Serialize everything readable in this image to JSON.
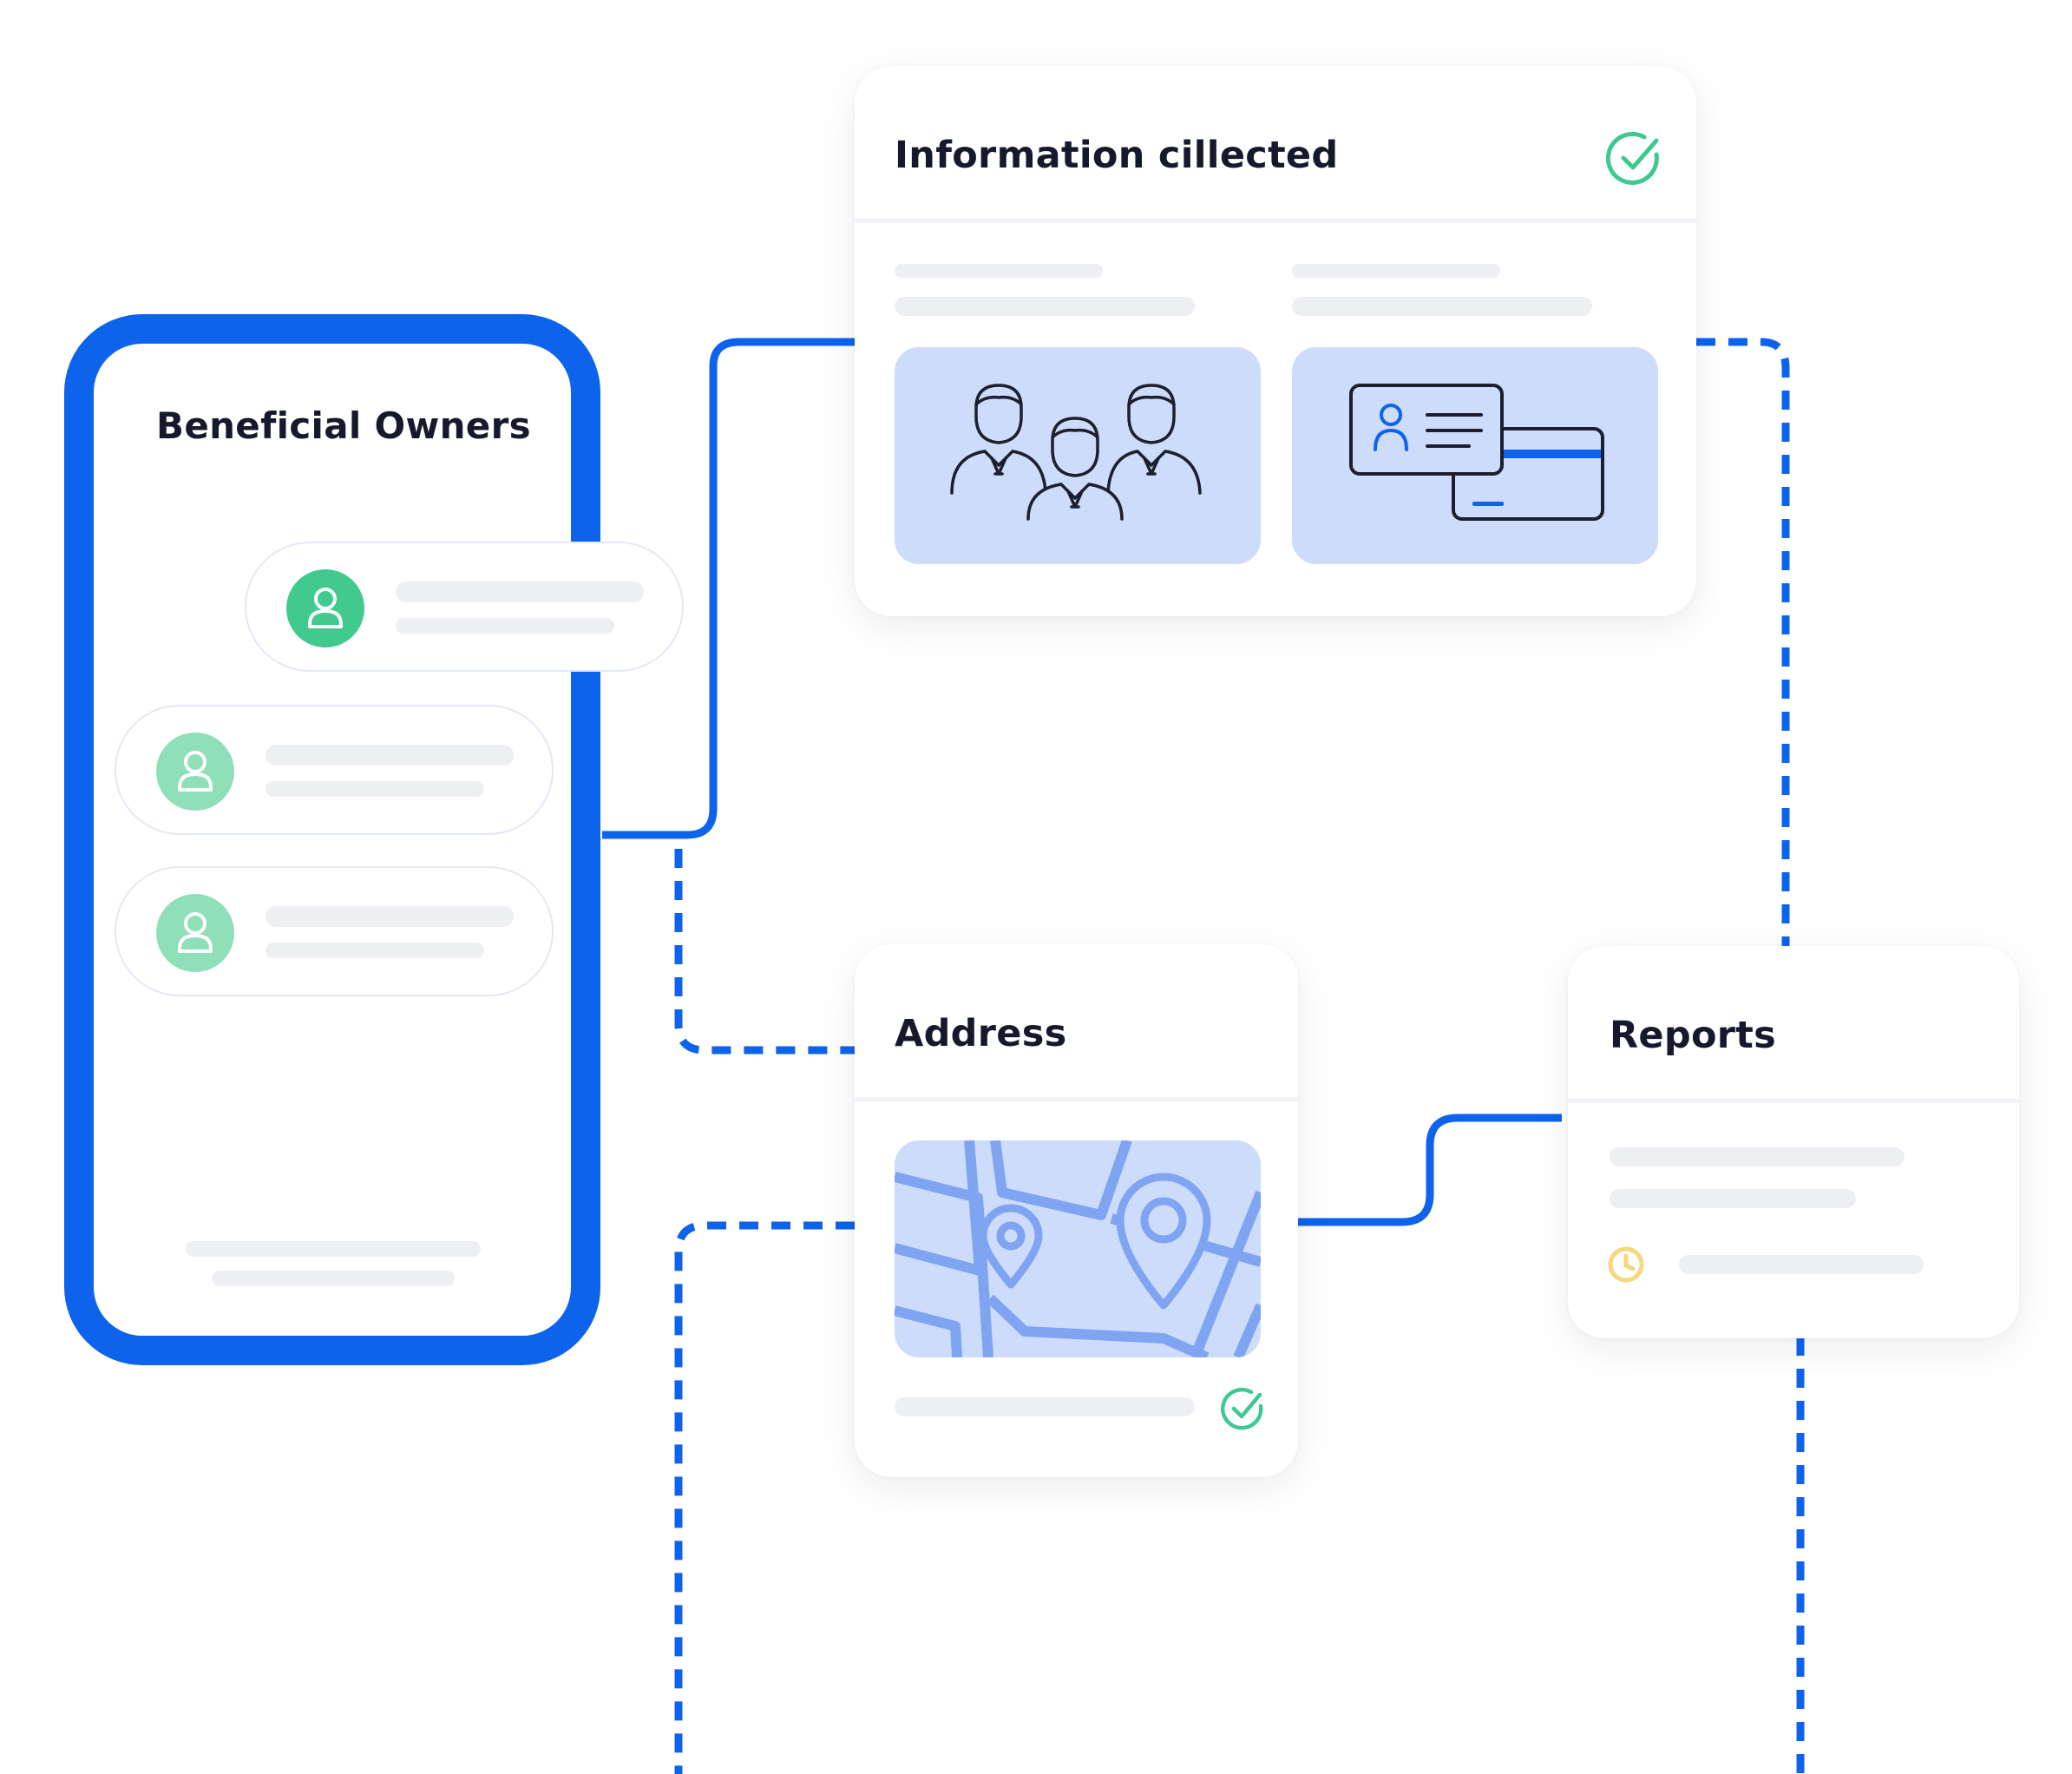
{
  "phone": {
    "title": "Beneficial Owners",
    "owners": [
      {
        "avatar_icon": "user-icon",
        "state": "active",
        "color": "#41c98e"
      },
      {
        "avatar_icon": "user-icon",
        "state": "inactive",
        "color": "#8fdfb9"
      },
      {
        "avatar_icon": "user-icon",
        "state": "inactive",
        "color": "#8fdfb9"
      }
    ]
  },
  "info_card": {
    "title": "Information cillected",
    "status_icon": "check-circle-icon",
    "tiles": [
      {
        "icon": "people-group-icon"
      },
      {
        "icon": "id-card-icon"
      }
    ]
  },
  "address_card": {
    "title": "Address",
    "tile_icon": "map-icon",
    "status_icon": "check-circle-icon"
  },
  "reports_card": {
    "title": "Reports",
    "status_icon": "clock-icon"
  },
  "colors": {
    "accent_blue": "#0d63ec",
    "success_green": "#3fc992",
    "pending_yellow": "#f5d77c",
    "tile_blue": "#cddcfa",
    "map_line_blue": "#7fa4f2",
    "placeholder_gray": "#eeeff2"
  }
}
